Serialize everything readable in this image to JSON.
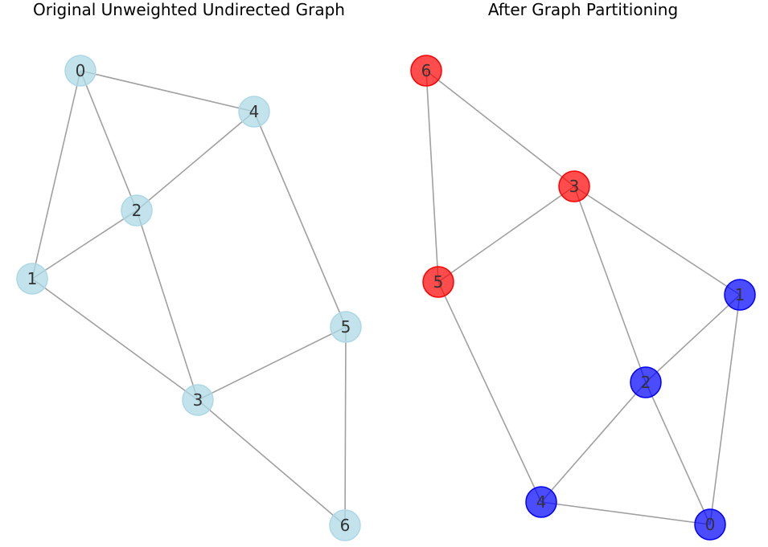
{
  "panels": [
    {
      "title": "Original Unweighted Undirected Graph",
      "node_color": "#add8e6",
      "node_stroke": "#add8e6",
      "node_opacity": 0.75,
      "nodes": [
        "0",
        "1",
        "2",
        "3",
        "4",
        "5",
        "6"
      ],
      "edges": [
        [
          "0",
          "4"
        ],
        [
          "0",
          "2"
        ],
        [
          "0",
          "1"
        ],
        [
          "4",
          "2"
        ],
        [
          "4",
          "5"
        ],
        [
          "2",
          "1"
        ],
        [
          "2",
          "3"
        ],
        [
          "1",
          "3"
        ],
        [
          "3",
          "5"
        ],
        [
          "3",
          "6"
        ],
        [
          "5",
          "6"
        ]
      ]
    },
    {
      "title": "After Graph Partitioning",
      "partitions": [
        {
          "nodes": [
            "3",
            "5",
            "6"
          ],
          "color": "#ff0000"
        },
        {
          "nodes": [
            "0",
            "1",
            "2",
            "4"
          ],
          "color": "#0000ff"
        }
      ],
      "node_opacity": 0.7,
      "nodes": [
        "0",
        "1",
        "2",
        "3",
        "4",
        "5",
        "6"
      ],
      "edges": [
        [
          "6",
          "3"
        ],
        [
          "6",
          "5"
        ],
        [
          "3",
          "5"
        ],
        [
          "3",
          "1"
        ],
        [
          "3",
          "2"
        ],
        [
          "5",
          "4"
        ],
        [
          "1",
          "2"
        ],
        [
          "1",
          "0"
        ],
        [
          "2",
          "4"
        ],
        [
          "2",
          "0"
        ],
        [
          "4",
          "0"
        ]
      ]
    }
  ]
}
